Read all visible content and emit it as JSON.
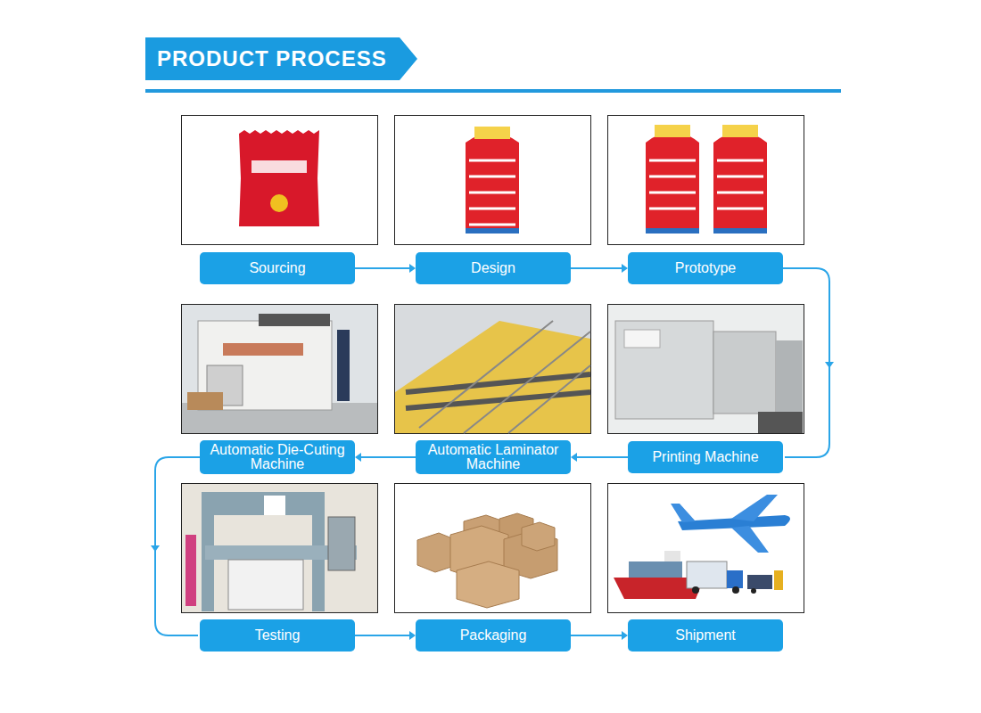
{
  "diagram": {
    "title": "PRODUCT PROCESS",
    "nodes": [
      {
        "text": [
          "Sourcing"
        ]
      },
      {
        "text": [
          "Design"
        ]
      },
      {
        "text": [
          "Prototype"
        ]
      },
      {
        "text": [
          "Automatic Die-Cuting Machine"
        ]
      },
      {
        "text": [
          "Automatic Laminator Machine"
        ]
      },
      {
        "text": [
          "Printing Machine"
        ]
      },
      {
        "text": [
          "Testing"
        ]
      },
      {
        "text": [
          "Packaging"
        ]
      },
      {
        "text": [
          "Shipment"
        ]
      }
    ],
    "edges": [
      {
        "from": 0,
        "to": 1,
        "arrow": "to"
      },
      {
        "from": 1,
        "to": 2,
        "arrow": "to"
      },
      {
        "from": 2,
        "to": 5,
        "arrow": "to"
      },
      {
        "from": 5,
        "to": 4,
        "arrow": "to"
      },
      {
        "from": 4,
        "to": 3,
        "arrow": "to"
      },
      {
        "from": 3,
        "to": 6,
        "arrow": "to"
      },
      {
        "from": 6,
        "to": 7,
        "arrow": "to"
      },
      {
        "from": 7,
        "to": 8,
        "arrow": "to"
      }
    ]
  }
}
